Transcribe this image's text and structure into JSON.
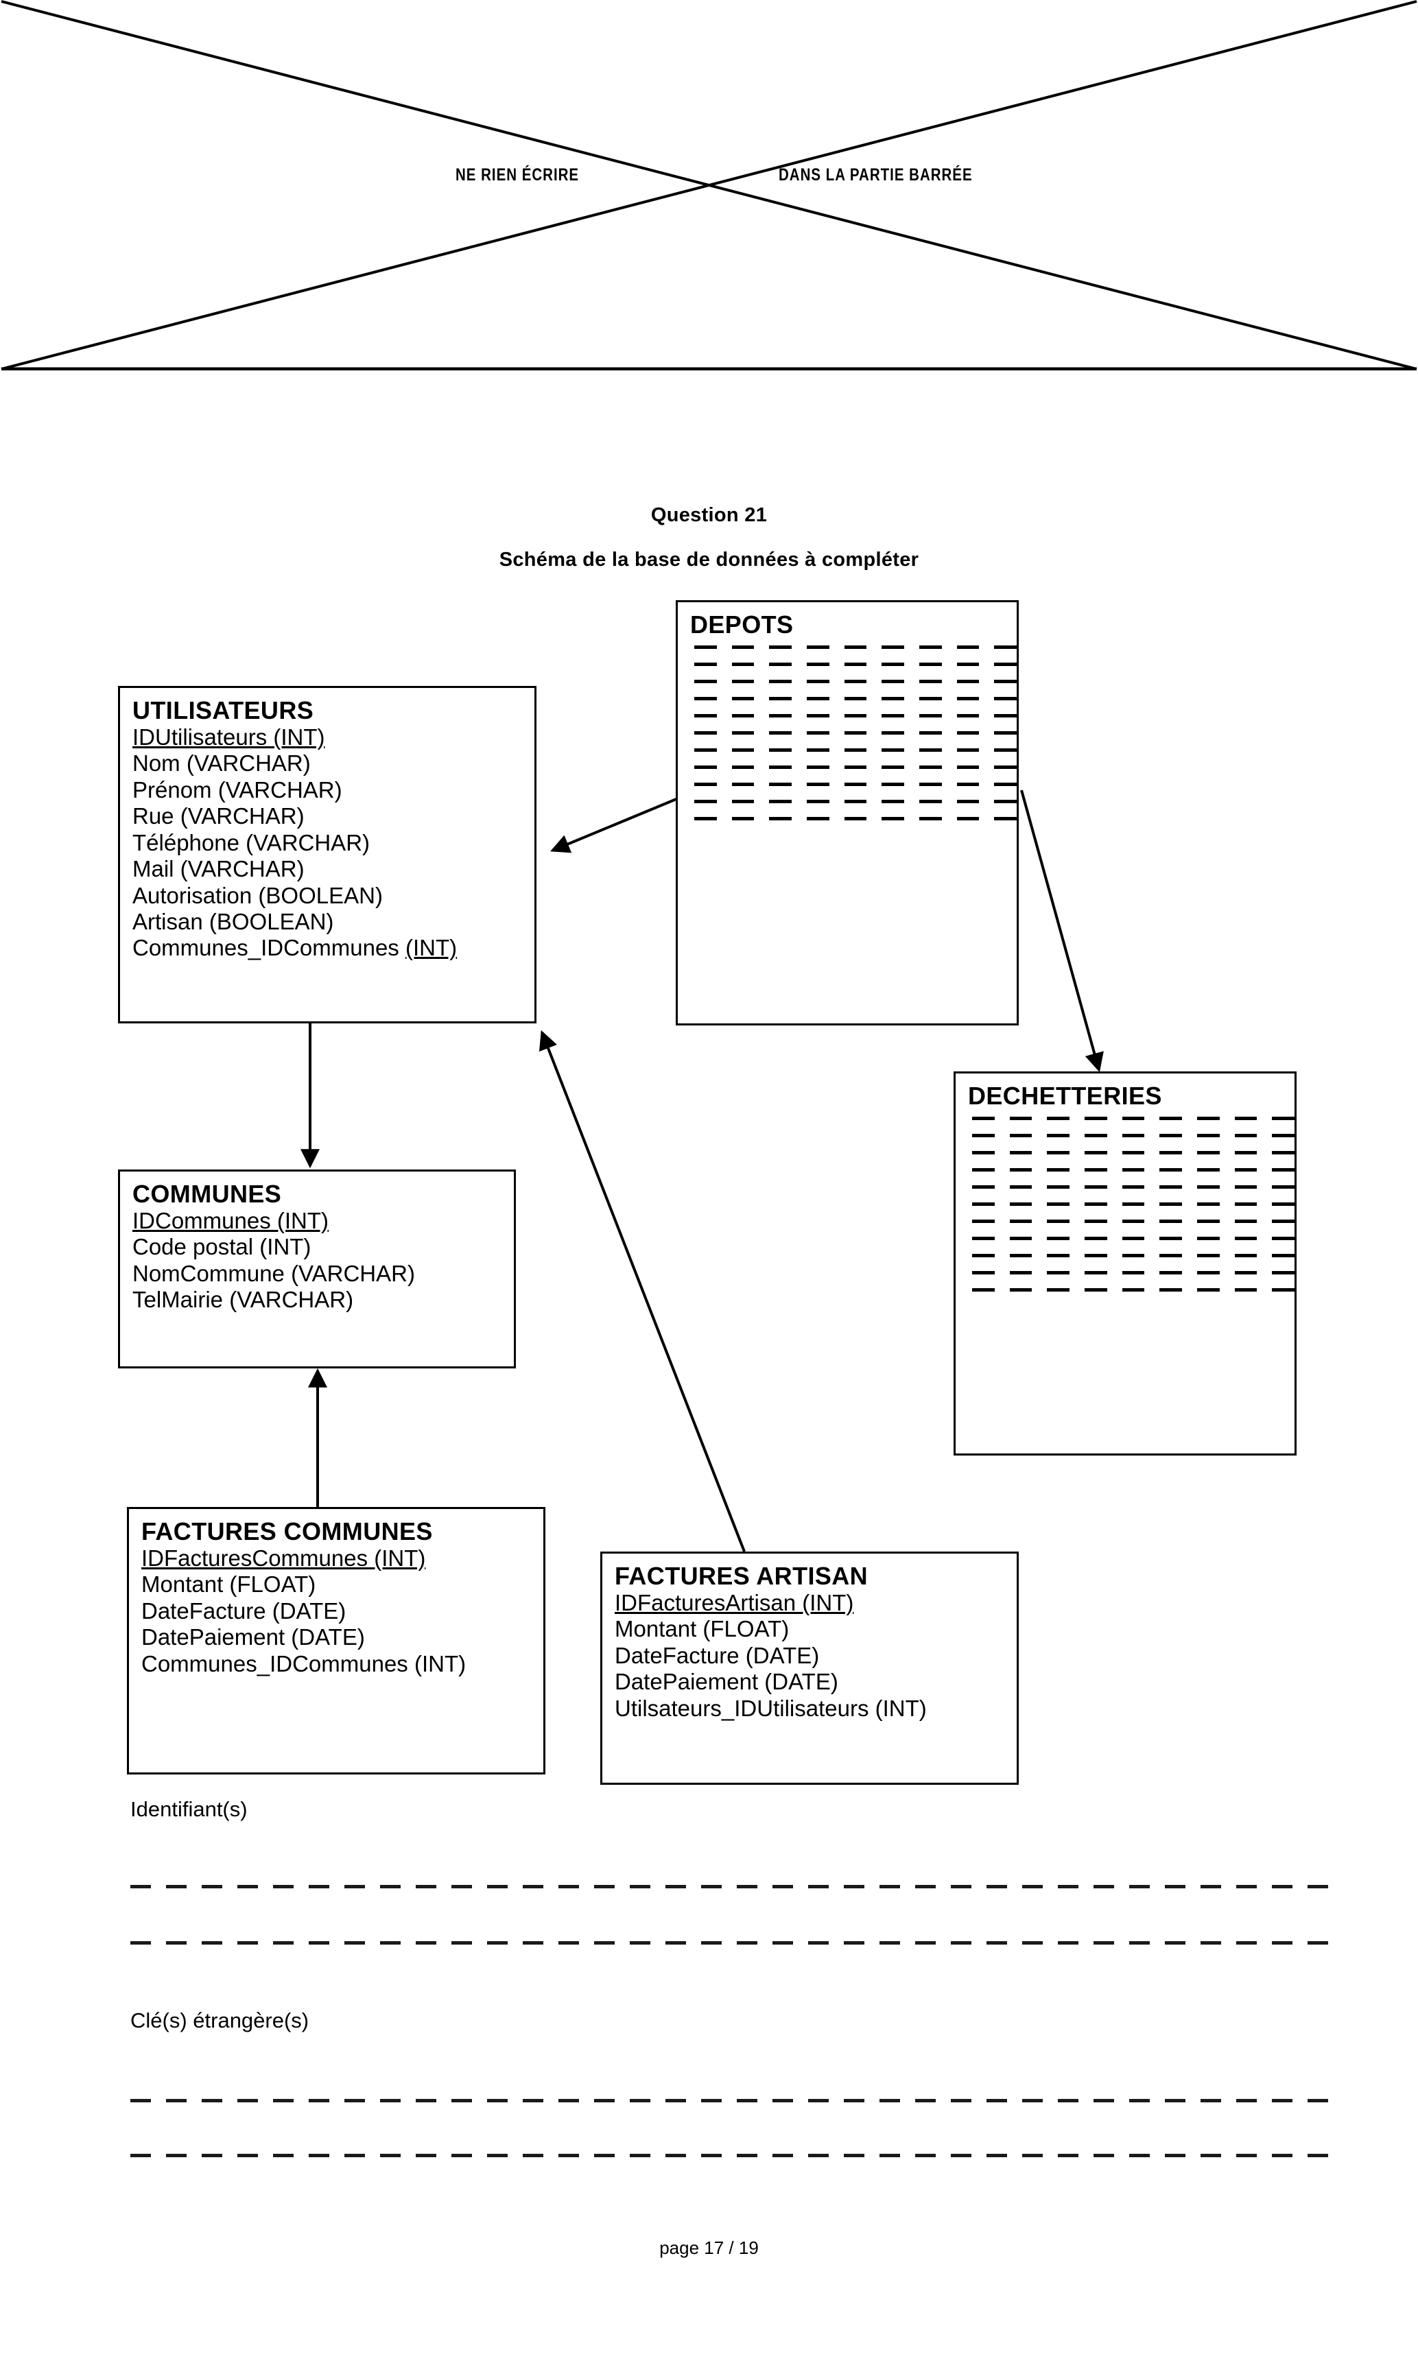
{
  "header": {
    "barred_left": "NE  RIEN  ÉCRIRE",
    "barred_right": "DANS  LA  PARTIE  BARRÉE"
  },
  "titles": {
    "question": "Question 21",
    "schema": "Schéma de la base de données  à compléter"
  },
  "entities": [
    {
      "id": "utilisateurs",
      "title": "UTILISATEURS",
      "fields": [
        {
          "text": "IDUtilisateurs  (INT)",
          "underline": "all"
        },
        {
          "text": "Nom    (VARCHAR)",
          "underline": "none"
        },
        {
          "text": "Prénom   (VARCHAR)",
          "underline": "none"
        },
        {
          "text": "Rue (VARCHAR)",
          "underline": "none"
        },
        {
          "text": "Téléphone (VARCHAR)",
          "underline": "none"
        },
        {
          "text": "Mail   (VARCHAR)",
          "underline": "none"
        },
        {
          "text": "Autorisation (BOOLEAN)",
          "underline": "none"
        },
        {
          "text": "Artisan  (BOOLEAN)",
          "underline": "none"
        },
        {
          "text": "Communes_IDCommunes ",
          "tail": "(INT)",
          "underline": "tail"
        }
      ]
    },
    {
      "id": "communes",
      "title": "COMMUNES",
      "fields": [
        {
          "text": "IDCommunes  (INT)",
          "underline": "all"
        },
        {
          "text": "Code postal (INT)",
          "underline": "none"
        },
        {
          "text": "NomCommune  (VARCHAR)",
          "underline": "none"
        },
        {
          "text": "TelMairie (VARCHAR)",
          "underline": "none"
        }
      ]
    },
    {
      "id": "factures-communes",
      "title": "FACTURES COMMUNES",
      "fields": [
        {
          "text": "IDFacturesCommunes  (INT)",
          "underline": "all"
        },
        {
          "text": "Montant (FLOAT)",
          "underline": "none"
        },
        {
          "text": "DateFacture  (DATE)",
          "underline": "none"
        },
        {
          "text": "DatePaiement (DATE)",
          "underline": "none"
        },
        {
          "text": "Communes_IDCommunes (INT)",
          "underline": "none"
        }
      ]
    },
    {
      "id": "factures-artisan",
      "title": "FACTURES ARTISAN",
      "fields": [
        {
          "text": "IDFacturesArtisan  (INT)",
          "underline": "all"
        },
        {
          "text": "Montant (FLOAT)",
          "underline": "none"
        },
        {
          "text": "DateFacture  (DATE)",
          "underline": "none"
        },
        {
          "text": "DatePaiement (DATE)",
          "underline": "none"
        },
        {
          "text": "Utilsateurs_IDUtilisateurs (INT)",
          "underline": "none"
        }
      ]
    },
    {
      "id": "depots",
      "title": "DEPOTS",
      "fields": [],
      "blank_rows": 11,
      "blank_cols": 9
    },
    {
      "id": "dechetteries",
      "title": "DECHETTERIES",
      "fields": [],
      "blank_rows": 11,
      "blank_cols": 9
    }
  ],
  "answers": {
    "identifiers_label": "Identifiant(s)",
    "foreign_keys_label": "Clé(s) étrangère(s)",
    "line_dashes": 34,
    "identifier_lines": 2,
    "foreign_key_lines": 2
  },
  "footer": {
    "page": "page 17 / 19"
  },
  "colors": {
    "ink": "#000000",
    "paper": "#ffffff"
  }
}
